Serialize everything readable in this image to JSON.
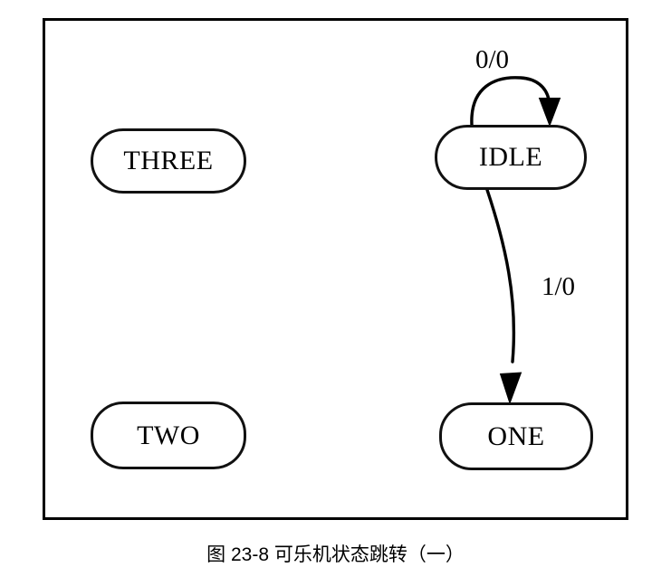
{
  "figure": {
    "caption": "图 23-8  可乐机状态跳转（一）",
    "frame_color": "#000000",
    "background_color": "#ffffff"
  },
  "diagram": {
    "type": "state-machine",
    "node_stroke_color": "#111111",
    "edge_stroke_color": "#000000",
    "nodes": [
      {
        "id": "three",
        "label": "THREE"
      },
      {
        "id": "two",
        "label": "TWO"
      },
      {
        "id": "idle",
        "label": "IDLE"
      },
      {
        "id": "one",
        "label": "ONE"
      }
    ],
    "edges": [
      {
        "id": "idle-self",
        "from": "idle",
        "to": "idle",
        "label": "0/0"
      },
      {
        "id": "idle-one",
        "from": "idle",
        "to": "one",
        "label": "1/0"
      }
    ]
  }
}
